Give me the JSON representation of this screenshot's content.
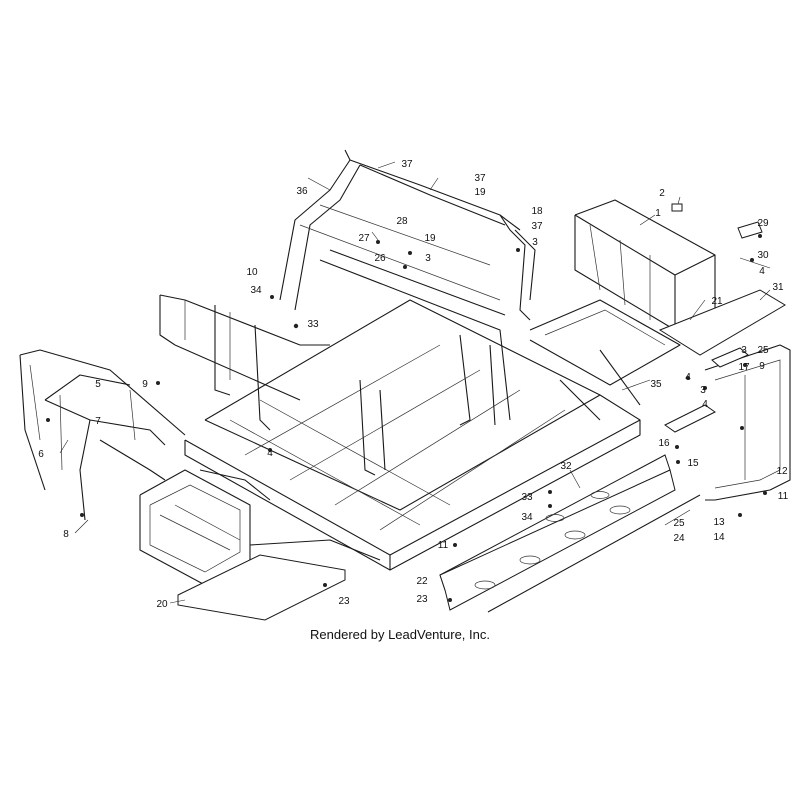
{
  "credit": "Rendered by LeadVenture, Inc.",
  "callouts": [
    {
      "label": "1"
    },
    {
      "label": "2"
    },
    {
      "label": "3"
    },
    {
      "label": "3"
    },
    {
      "label": "3"
    },
    {
      "label": "3"
    },
    {
      "label": "4"
    },
    {
      "label": "4"
    },
    {
      "label": "4"
    },
    {
      "label": "4"
    },
    {
      "label": "5"
    },
    {
      "label": "6"
    },
    {
      "label": "7"
    },
    {
      "label": "8"
    },
    {
      "label": "9"
    },
    {
      "label": "9"
    },
    {
      "label": "10"
    },
    {
      "label": "11"
    },
    {
      "label": "11"
    },
    {
      "label": "12"
    },
    {
      "label": "13"
    },
    {
      "label": "14"
    },
    {
      "label": "15"
    },
    {
      "label": "16"
    },
    {
      "label": "17"
    },
    {
      "label": "18"
    },
    {
      "label": "19"
    },
    {
      "label": "19"
    },
    {
      "label": "20"
    },
    {
      "label": "21"
    },
    {
      "label": "22"
    },
    {
      "label": "23"
    },
    {
      "label": "23"
    },
    {
      "label": "24"
    },
    {
      "label": "25"
    },
    {
      "label": "25"
    },
    {
      "label": "26"
    },
    {
      "label": "27"
    },
    {
      "label": "28"
    },
    {
      "label": "29"
    },
    {
      "label": "30"
    },
    {
      "label": "31"
    },
    {
      "label": "32"
    },
    {
      "label": "33"
    },
    {
      "label": "33"
    },
    {
      "label": "34"
    },
    {
      "label": "34"
    },
    {
      "label": "35"
    },
    {
      "label": "36"
    },
    {
      "label": "37"
    },
    {
      "label": "37"
    },
    {
      "label": "37"
    }
  ]
}
